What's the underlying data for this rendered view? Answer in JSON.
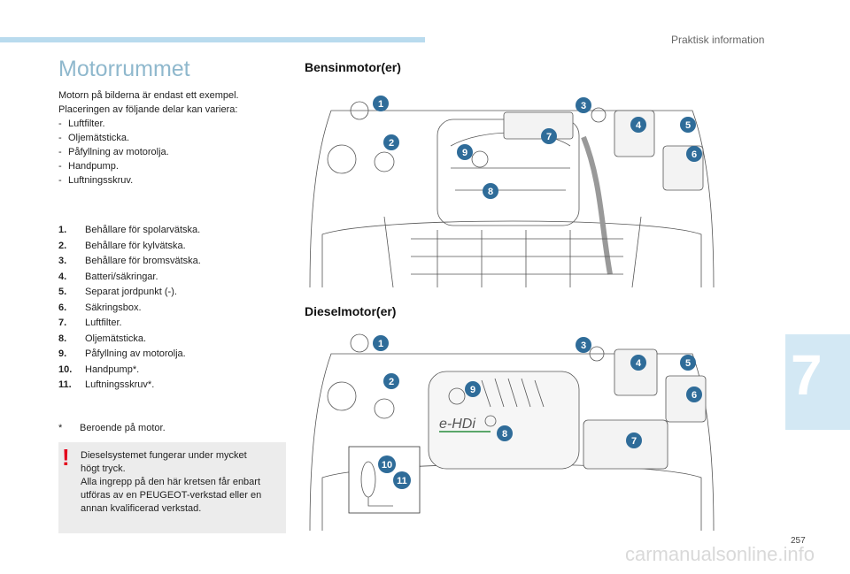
{
  "header": {
    "section": "Praktisk information"
  },
  "page_number": "257",
  "chapter_number": "7",
  "watermark": "carmanualsonline.info",
  "title": "Motorrummet",
  "intro": {
    "line1": "Motorn på bilderna är endast ett exempel.",
    "line2": "Placeringen av följande delar kan variera:",
    "items": [
      "Luftfilter.",
      "Oljemätsticka.",
      "Påfyllning av motorolja.",
      "Handpump.",
      "Luftningsskruv."
    ]
  },
  "legend": [
    {
      "num": "1.",
      "text": "Behållare för spolarvätska."
    },
    {
      "num": "2.",
      "text": "Behållare för kylvätska."
    },
    {
      "num": "3.",
      "text": "Behållare för bromsvätska."
    },
    {
      "num": "4.",
      "text": "Batteri/säkringar."
    },
    {
      "num": "5.",
      "text": "Separat jordpunkt (-)."
    },
    {
      "num": "6.",
      "text": "Säkringsbox."
    },
    {
      "num": "7.",
      "text": "Luftfilter."
    },
    {
      "num": "8.",
      "text": "Oljemätsticka."
    },
    {
      "num": "9.",
      "text": "Påfyllning av motorolja."
    },
    {
      "num": "10.",
      "text": "Handpump*."
    },
    {
      "num": "11.",
      "text": "Luftningsskruv*."
    }
  ],
  "footnote": {
    "star": "*",
    "text": "Beroende på motor."
  },
  "warning": {
    "mark": "!",
    "line1": "Dieselsystemet fungerar under mycket",
    "line2": "högt tryck.",
    "line3": "Alla ingrepp på den här kretsen får enbart",
    "line4": "utföras av en PEUGEOT-verkstad eller en",
    "line5": "annan kvalificerad verkstad."
  },
  "petrol": {
    "heading": "Bensinmotor(er)",
    "callouts": [
      "1",
      "2",
      "3",
      "4",
      "5",
      "6",
      "7",
      "8",
      "9"
    ]
  },
  "diesel": {
    "heading": "Dieselmotor(er)",
    "badge": "e-HDi",
    "callouts": [
      "1",
      "2",
      "3",
      "4",
      "5",
      "6",
      "7",
      "8",
      "9",
      "10",
      "11"
    ]
  },
  "colors": {
    "accent": "#8fb8cd",
    "callout": "#2f6c99",
    "warning": "#e3001b",
    "badge_green": "#5aa66a"
  }
}
